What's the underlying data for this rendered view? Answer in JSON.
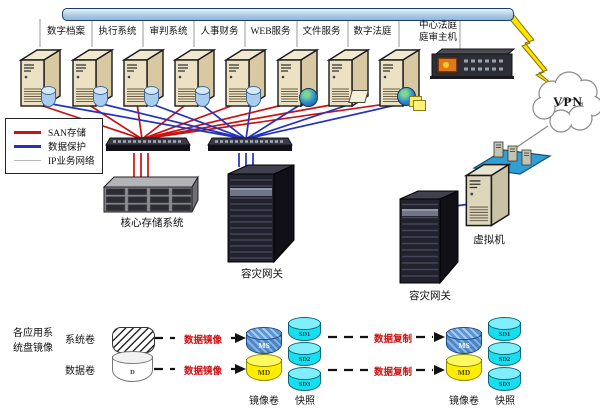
{
  "colors": {
    "san_red": "#cc1111",
    "data_protect_blue": "#2233bb",
    "ip_gray": "#c0c0c8",
    "snapshot_cyan": "#18dff0",
    "mirror_data_yellow": "#ffee00",
    "mirror_system_blue": "#4a86c8"
  },
  "top_labels": [
    "数字档案",
    "执行系统",
    "审判系统",
    "人事财务",
    "WEB服务",
    "文件服务",
    "数字法庭"
  ],
  "court_host": {
    "line1": "中心法庭",
    "line2": "庭审主机"
  },
  "vpn_label": "VPN",
  "legend": {
    "items": [
      {
        "label": "SAN存储",
        "color": "#cc1111"
      },
      {
        "label": "数据保护",
        "color": "#2233bb"
      },
      {
        "label": "IP业务网络",
        "color": "#c0c0c8"
      }
    ]
  },
  "device_labels": {
    "core_storage": "核心存储系统",
    "dr_gateway_center": "容灾网关",
    "dr_gateway_remote": "容灾网关",
    "virtual_machine": "虚拟机"
  },
  "mirror": {
    "side1": "各应用系",
    "side2": "统盘镜像",
    "system_volume": "系统卷",
    "data_volume": "数据卷",
    "data_mirror": "数据镜像",
    "data_replication": "数据复制",
    "mirror_volume": "镜像卷",
    "snapshot": "快照",
    "ms": "MS",
    "md": "MD",
    "sd1": "SD1",
    "sd2": "SD2",
    "sd3": "SD3",
    "d": "D"
  }
}
